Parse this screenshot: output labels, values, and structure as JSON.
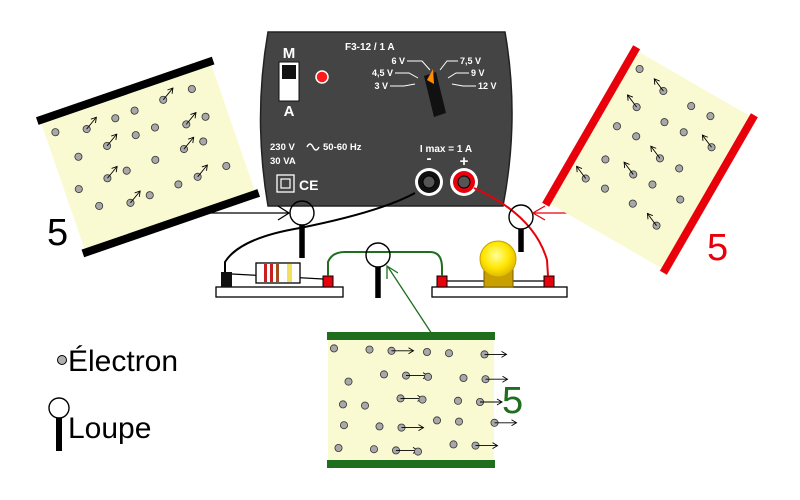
{
  "power_supply": {
    "mode_top": "M",
    "mode_bottom": "A",
    "model": "F3-12 / 1 A",
    "voltages_left": [
      "6 V",
      "4,5 V",
      "3 V"
    ],
    "voltages_right": [
      "7,5 V",
      "9 V",
      "12 V"
    ],
    "mains_voltage": "230 V",
    "mains_frequency": "50-60 Hz",
    "power": "30 VA",
    "certification": "CE",
    "current_max": "I max = 1 A",
    "minus_symbol": "-",
    "plus_symbol": "+"
  },
  "zoom_labels": {
    "left": "5",
    "right": "5",
    "bottom": "5"
  },
  "legend": {
    "electron": "Électron",
    "magnifier": "Loupe"
  },
  "colors": {
    "black_wire": "#000000",
    "red_wire": "#e8000b",
    "green_wire": "#1e6e1e",
    "conductor_fill": "#fafad2",
    "generator_body": "#444444"
  }
}
